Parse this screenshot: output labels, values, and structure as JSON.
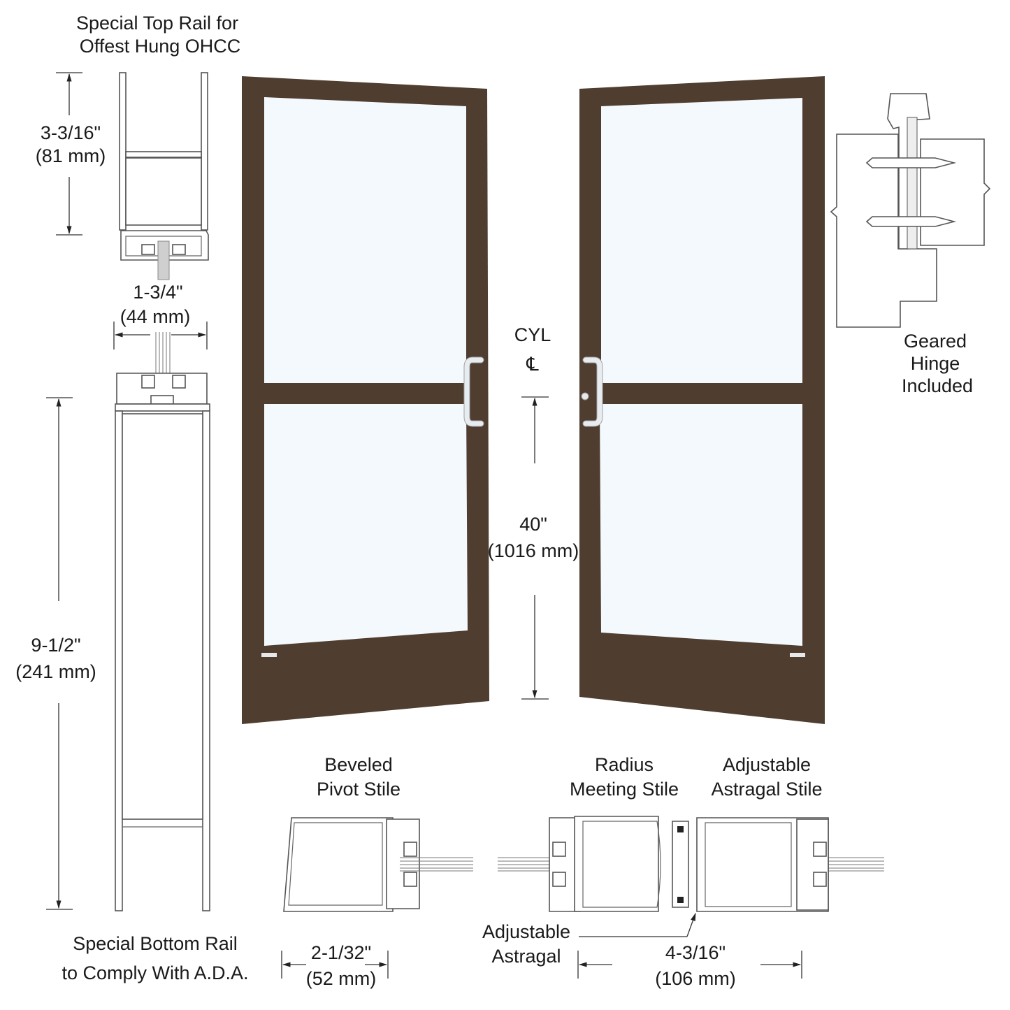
{
  "colors": {
    "door_frame": "#4f3d30",
    "glass": "#f4f9fd",
    "line": "#333333",
    "background": "#ffffff"
  },
  "top_rail": {
    "title_line1": "Special Top Rail for",
    "title_line2": "Offest Hung OHCC",
    "height_in": "3-3/16\"",
    "height_mm": "(81 mm)"
  },
  "glazing": {
    "thickness_in": "1-3/4\"",
    "thickness_mm": "(44 mm)"
  },
  "bottom_rail": {
    "height_in": "9-1/2\"",
    "height_mm": "(241 mm)",
    "caption_line1": "Special Bottom Rail",
    "caption_line2": "to Comply With A.D.A."
  },
  "doors": {
    "cylinder_label": "CYL",
    "centerline_symbol": "℄",
    "cyl_height_in": "40\"",
    "cyl_height_mm": "(1016 mm)"
  },
  "hinge": {
    "caption_line1": "Geared",
    "caption_line2": "Hinge",
    "caption_line3": "Included"
  },
  "pivot_stile": {
    "title_line1": "Beveled",
    "title_line2": "Pivot Stile",
    "width_in": "2-1/32\"",
    "width_mm": "(52 mm)"
  },
  "meeting_stile": {
    "title_line1": "Radius",
    "title_line2": "Meeting Stile"
  },
  "astragal_stile": {
    "title_line1": "Adjustable",
    "title_line2": "Astragal Stile",
    "callout_line1": "Adjustable",
    "callout_line2": "Astragal",
    "width_in": "4-3/16\"",
    "width_mm": "(106 mm)"
  }
}
